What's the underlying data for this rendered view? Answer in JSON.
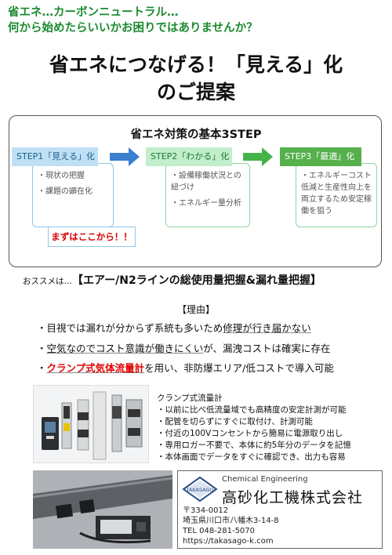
{
  "header": {
    "tagline_1": "省エネ…カーボンニュートラル…",
    "tagline_2": "何から始めたらいいかお困りではありませんか？",
    "title_1": "省エネにつなげる！「見える」化",
    "title_2": "のご提案"
  },
  "steps_panel": {
    "title": "省エネ対策の基本3STEP",
    "steps": [
      {
        "label": "STEP1「見える」化",
        "items": [
          "・現状の把握",
          "・課題の顕在化"
        ]
      },
      {
        "label": "STEP2「わかる」化",
        "items": [
          "・設備稼働状況との紐づけ",
          "・エネルギー量分析"
        ]
      },
      {
        "label": "STEP3「最適」化",
        "items": [
          "・エネルギーコスト低減と生産性向上を両立するため安定稼働を狙う"
        ]
      }
    ],
    "callout": "まずはここから！！"
  },
  "recommendation": {
    "prefix": "おススメは…",
    "text": "【エアー/N2ラインの総使用量把握&漏れ量把握】"
  },
  "reasons": {
    "heading": "【理由】",
    "line1_a": "・目視では漏れが分からず系統も多いため",
    "line1_b": "修理が行き届かない",
    "line2_a": "・",
    "line2_b": "空気なのでコスト意識が働きにくい",
    "line2_c": "が、漏洩コストは確実に存在",
    "line3_a": "・",
    "line3_b": "クランプ式気体流量計",
    "line3_c": "を用い、非防爆エリア/低コストで導入可能"
  },
  "product": {
    "name": "クランプ式流量計",
    "features": [
      "・以前に比べ低流量域でも高精度の安定計測が可能",
      "・配管を切らずにすぐに取付け、計測可能",
      "・付近の100Vコンセントから簡易に電源取り出し",
      "・専用ロガー不要で、本体に約5年分のデータを記憶",
      "・本体画面でデータをすぐに確認でき、出力も容易"
    ]
  },
  "company": {
    "logo_text": "TAKASAGO",
    "tagline": "Chemical Engineering",
    "name": "高砂化工機株式会社",
    "postal": "〒334-0012",
    "address": "埼玉県川口市八幡木3-14-8",
    "tel": "TEL 048-281-5070",
    "url": "https://takasago-k.com"
  },
  "colors": {
    "accent_green": "#1a8a2e",
    "red": "#e00000",
    "step1_blue": "#bfe0f4",
    "step3_green": "#56b04c"
  }
}
